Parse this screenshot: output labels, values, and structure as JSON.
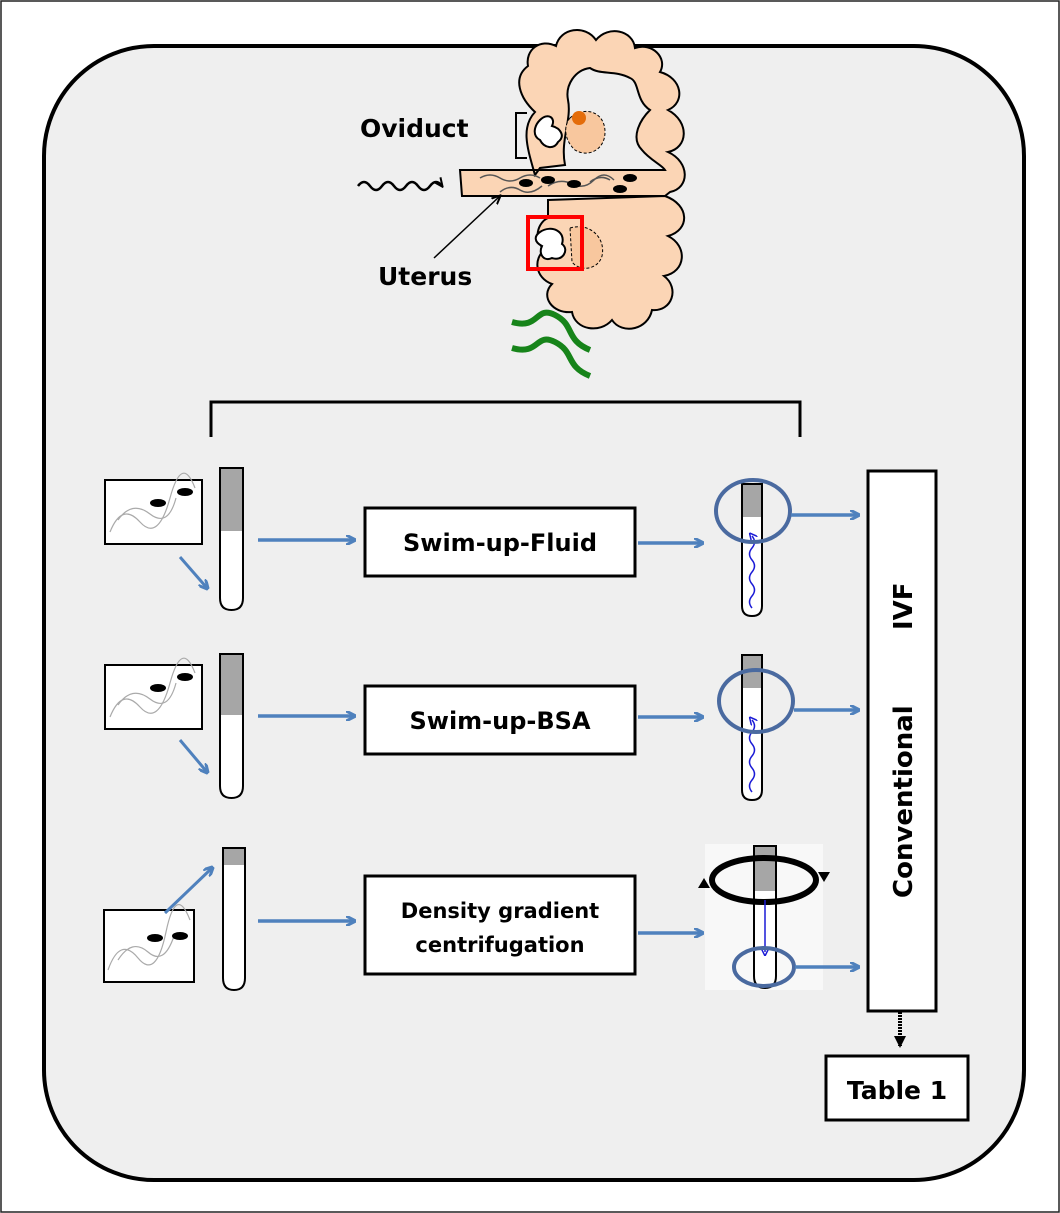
{
  "labels": {
    "oviduct": "Oviduct",
    "uterus": "Uterus",
    "method_swim_up_fluid": "Swim-up-Fluid",
    "method_swim_up_bsa": "Swim-up-BSA",
    "method_density_line1": "Density gradient",
    "method_density_line2": "centrifugation",
    "vertical_box_label_1": "Conventional",
    "vertical_box_label_2": "IVF",
    "table_ref": "Table 1"
  },
  "colors": {
    "panel_fill": "#efefef",
    "uterus_tissue": "#fbd5b5",
    "highlight_box": "#ff0000",
    "flow_arrow": "#4f81bd",
    "circle_outline": "#4a6aa0",
    "wave_green": "#17841a",
    "sperm_trail": "#1a1ad6",
    "oocyte_orange": "#e46c0a"
  }
}
